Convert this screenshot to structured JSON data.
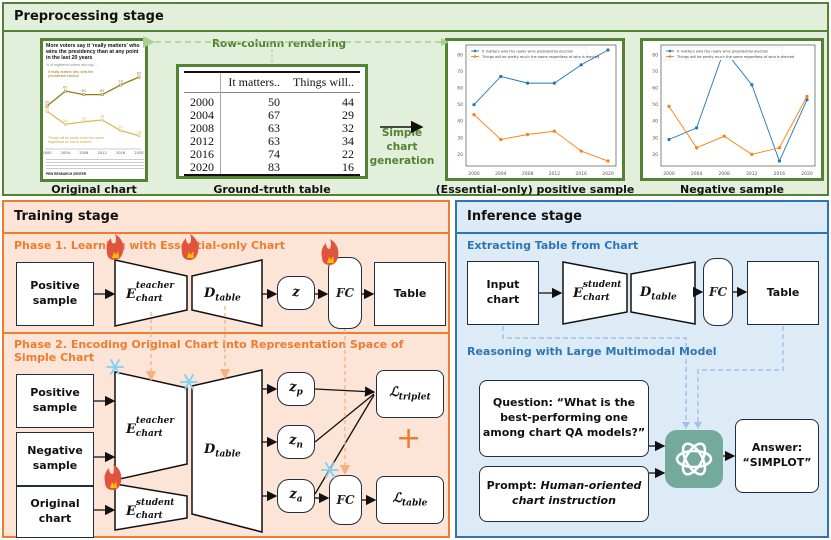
{
  "colors": {
    "preprocessing_bg": "#e2efda",
    "preprocessing_border": "#548235",
    "training_bg": "#fce4d6",
    "training_border": "#ed7d31",
    "inference_bg": "#ddebf7",
    "inference_border": "#2e75b6",
    "series_blue": "#1f77b4",
    "series_orange": "#ff7f0e",
    "original_dark": "#9c7a1e",
    "original_light": "#d9b85c",
    "llm_icon_bg": "#74aa9c"
  },
  "preprocessing": {
    "title": "Preprocessing stage",
    "row_column_label": "Row-column rendering",
    "simple_chart_label_1": "Simple chart",
    "simple_chart_label_2": "generation",
    "original_chart": {
      "caption": "Original chart",
      "title": "More voters say it 'really matters' who wins the presidency than at any point in the last 20 years",
      "subtitle": "% of registered voters who say ...",
      "series_1_label": "It really matters who wins the presidential election",
      "series_2_label": "Things will be pretty much the same regardless of who is elected",
      "x_ticks": [
        "2000",
        "2004",
        "2008",
        "2012",
        "2016",
        "2020"
      ],
      "series_1": [
        50,
        67,
        63,
        63,
        74,
        83
      ],
      "series_2": [
        44,
        29,
        32,
        34,
        22,
        16
      ],
      "source": "PEW RESEARCH CENTER"
    },
    "ground_truth_table": {
      "caption": "Ground-truth table",
      "headers": [
        "",
        "It matters..",
        "Things will.."
      ],
      "rows": [
        [
          "2000",
          "50",
          "44"
        ],
        [
          "2004",
          "67",
          "29"
        ],
        [
          "2008",
          "63",
          "32"
        ],
        [
          "2012",
          "63",
          "34"
        ],
        [
          "2016",
          "74",
          "22"
        ],
        [
          "2020",
          "83",
          "16"
        ]
      ]
    },
    "positive_sample": {
      "caption": "(Essential-only) positive sample",
      "legend": [
        "It matters who the really wins presidential election",
        "Things will be pretty much the same regardless of who is elected"
      ],
      "x_ticks": [
        "2000",
        "2004",
        "2008",
        "2012",
        "2016",
        "2020"
      ],
      "y_ticks": [
        "20",
        "30",
        "40",
        "50",
        "60",
        "70",
        "80"
      ],
      "series_blue": [
        50,
        67,
        63,
        63,
        74,
        83
      ],
      "series_orange": [
        44,
        29,
        32,
        34,
        22,
        16
      ]
    },
    "negative_sample": {
      "caption": "Negative sample",
      "legend": [
        "It matters who the really wins presidential election",
        "Things will be pretty much the same regardless of who is elected"
      ],
      "x_ticks": [
        "2000",
        "2004",
        "2008",
        "2012",
        "2016",
        "2020"
      ],
      "y_ticks": [
        "20",
        "30",
        "40",
        "50",
        "60",
        "70",
        "80"
      ],
      "series_blue": [
        29,
        36,
        83,
        62,
        16,
        53
      ],
      "series_orange": [
        49,
        24,
        31,
        20,
        24,
        55
      ]
    }
  },
  "training": {
    "title": "Training stage",
    "phase1": {
      "title": "Phase 1. Learning with Essential-only Chart",
      "input": [
        "Positive",
        "sample"
      ],
      "encoder": {
        "base": "E",
        "sup": "teacher",
        "sub": "chart"
      },
      "decoder": {
        "base": "D",
        "sub": "table"
      },
      "latent": "z",
      "fc": "FC",
      "output": "Table"
    },
    "phase2": {
      "title": "Phase 2. Encoding Original Chart into Representation Space of Simple Chart",
      "inputs": [
        [
          "Positive",
          "sample"
        ],
        [
          "Negative",
          "sample"
        ],
        [
          "Original",
          "chart"
        ]
      ],
      "teacher_encoder": {
        "base": "E",
        "sup": "teacher",
        "sub": "chart"
      },
      "student_encoder": {
        "base": "E",
        "sup": "student",
        "sub": "chart"
      },
      "decoder": {
        "base": "D",
        "sub": "table"
      },
      "latents": [
        {
          "base": "z",
          "sub": "p"
        },
        {
          "base": "z",
          "sub": "n"
        },
        {
          "base": "z",
          "sub": "a"
        }
      ],
      "fc": "FC",
      "loss_triplet": {
        "base": "ℒ",
        "sub": "triplet"
      },
      "loss_table": {
        "base": "ℒ",
        "sub": "table"
      },
      "plus": "+"
    }
  },
  "inference": {
    "title": "Inference stage",
    "extract_title": "Extracting Table from Chart",
    "input": [
      "Input",
      "chart"
    ],
    "encoder": {
      "base": "E",
      "sup": "student",
      "sub": "chart"
    },
    "decoder": {
      "base": "D",
      "sub": "table"
    },
    "fc": "FC",
    "output": "Table",
    "reasoning_title": "Reasoning with Large Multimodal Model",
    "question": [
      "Question: “What is the",
      "best-performing one",
      "among chart QA models?”"
    ],
    "prompt_prefix": "Prompt: ",
    "prompt_italic_1": "Human-oriented",
    "prompt_italic_2": "chart instruction",
    "answer": [
      "Answer:",
      "“SIMPLOT”"
    ]
  }
}
